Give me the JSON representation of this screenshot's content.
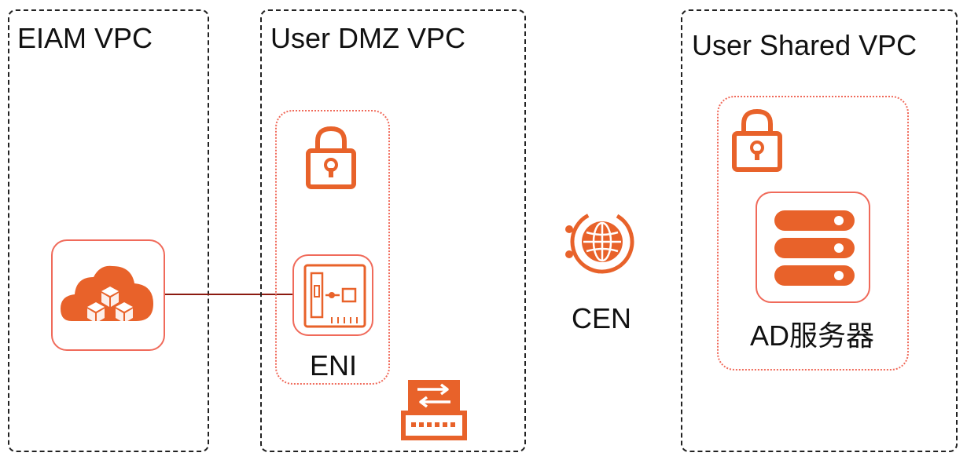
{
  "vpcs": {
    "eiam": {
      "title": "EIAM VPC"
    },
    "dmz": {
      "title": "User DMZ VPC"
    },
    "shared": {
      "title": "User Shared VPC"
    }
  },
  "nodes": {
    "eni": {
      "label": "ENI"
    },
    "cen": {
      "label": "CEN"
    },
    "ad_server": {
      "label": "AD服务器"
    }
  },
  "colors": {
    "accent": "#e8622a",
    "border_red": "#f06a5a",
    "connector": "#8b1a10",
    "dashed_border": "#222222"
  },
  "icons": [
    "cloud-service-icon",
    "lock-icon",
    "eni-card-icon",
    "switch-icon",
    "cen-globe-icon",
    "server-icon"
  ]
}
